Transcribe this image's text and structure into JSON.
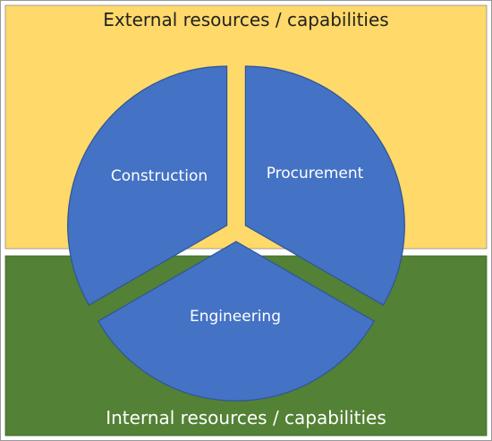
{
  "external": {
    "title": "External resources / capabilities"
  },
  "internal": {
    "title": "Internal resources / capabilities"
  },
  "segments": [
    {
      "label": "Construction"
    },
    {
      "label": "Procurement"
    },
    {
      "label": "Engineering"
    }
  ],
  "colors": {
    "external_background": "#FFD96A",
    "internal_background": "#538135",
    "segment_fill": "#4472C4",
    "segment_stroke": "#2F5597",
    "frame": "#999999"
  }
}
